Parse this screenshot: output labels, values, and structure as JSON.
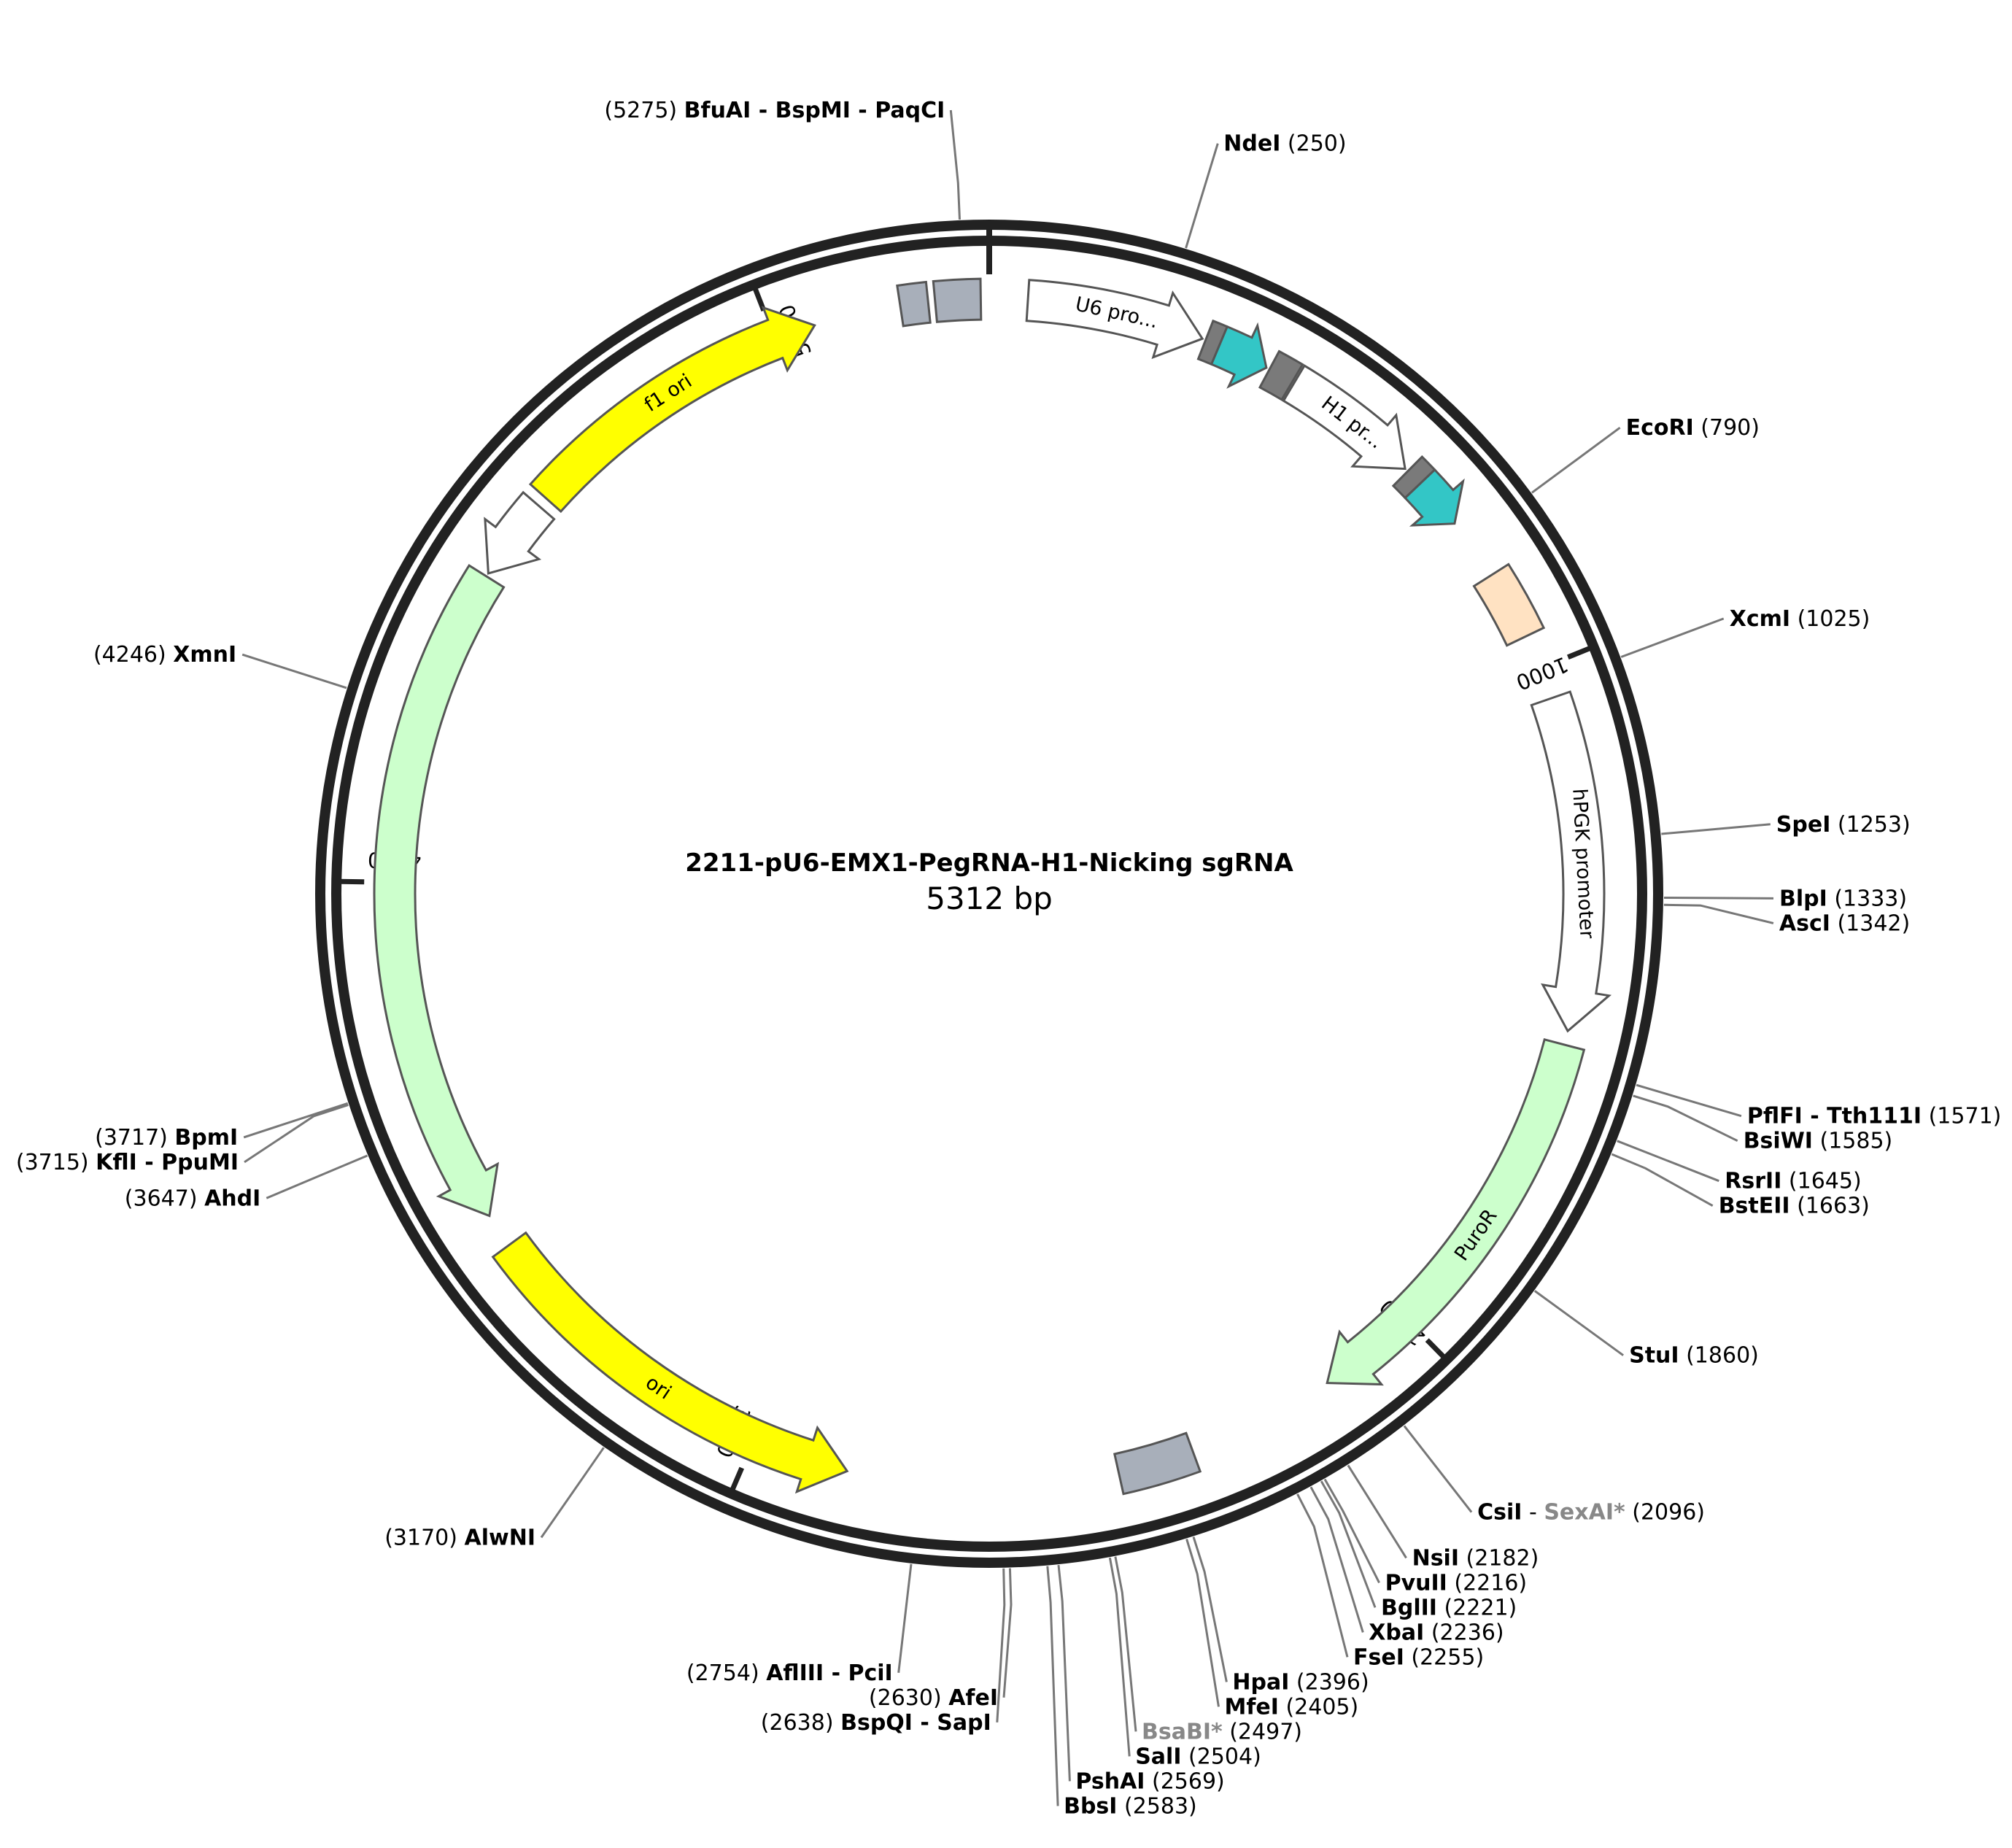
{
  "plasmid": {
    "name": "2211-pU6-EMX1-PegRNA-H1-Nicking sgRNA",
    "length_label": "5312 bp",
    "length": 5312
  },
  "ticks": [
    "1000",
    "2000",
    "3000",
    "4000",
    "5000"
  ],
  "features": [
    {
      "id": "seg-top-a",
      "label": "",
      "start": 5185,
      "end": 5225,
      "strand": 0,
      "color": "#a8afba"
    },
    {
      "id": "seg-top-b",
      "label": "",
      "start": 5235,
      "end": 5300,
      "strand": 0,
      "color": "#a8afba"
    },
    {
      "id": "u6-promoter",
      "label": "U6 pro...",
      "start": 55,
      "end": 310,
      "strand": 1,
      "color": "#ffffff"
    },
    {
      "id": "grey-box-1",
      "label": "",
      "start": 315,
      "end": 336,
      "strand": 0,
      "color": "#7a7a7a"
    },
    {
      "id": "teal-arrow-1",
      "label": "",
      "start": 336,
      "end": 410,
      "strand": 1,
      "color": "#33c6c6"
    },
    {
      "id": "grey-box-2",
      "label": "",
      "start": 415,
      "end": 452,
      "strand": 0,
      "color": "#7a7a7a"
    },
    {
      "id": "h1-promoter",
      "label": "H1 pr...",
      "start": 455,
      "end": 655,
      "strand": 1,
      "color": "#ffffff"
    },
    {
      "id": "grey-box-3",
      "label": "",
      "start": 660,
      "end": 685,
      "strand": 0,
      "color": "#7a7a7a"
    },
    {
      "id": "teal-arrow-2",
      "label": "",
      "start": 685,
      "end": 760,
      "strand": 1,
      "color": "#33c6c6"
    },
    {
      "id": "peach-box",
      "label": "",
      "start": 850,
      "end": 950,
      "strand": 0,
      "color": "#ffe2c2"
    },
    {
      "id": "hpgk-promoter",
      "label": "hPGK promoter",
      "start": 1045,
      "end": 1525,
      "strand": 1,
      "color": "#ffffff"
    },
    {
      "id": "puror",
      "label": "PuroR",
      "start": 1545,
      "end": 2145,
      "strand": 1,
      "color": "#ccffcc"
    },
    {
      "id": "grey-box-bottom",
      "label": "",
      "start": 2360,
      "end": 2470,
      "strand": 0,
      "color": "#a8afba"
    },
    {
      "id": "ori",
      "label": "ori",
      "start": 2860,
      "end": 3450,
      "strand": -1,
      "color": "#ffff00"
    },
    {
      "id": "ampr",
      "label": "",
      "start": 3500,
      "end": 4460,
      "strand": -1,
      "color": "#ccffcc"
    },
    {
      "id": "small-white-arrow",
      "label": "",
      "start": 4465,
      "end": 4585,
      "strand": -1,
      "color": "#ffffff"
    },
    {
      "id": "f1-ori",
      "label": "f1 ori",
      "start": 4600,
      "end": 5060,
      "strand": 1,
      "color": "#ffff00"
    }
  ],
  "sites": [
    {
      "name": "BfuAI - BspMI - PaqCI",
      "pos": 5275,
      "pos_label": "(5275)",
      "side": "left",
      "grey": false
    },
    {
      "name": "NdeI",
      "pos": 250,
      "pos_label": "(250)",
      "side": "right",
      "grey": false
    },
    {
      "name": "EcoRI",
      "pos": 790,
      "pos_label": "(790)",
      "side": "right",
      "grey": false
    },
    {
      "name": "XcmI",
      "pos": 1025,
      "pos_label": "(1025)",
      "side": "right",
      "grey": false
    },
    {
      "name": "SpeI",
      "pos": 1253,
      "pos_label": "(1253)",
      "side": "right",
      "grey": false
    },
    {
      "name": "BlpI",
      "pos": 1333,
      "pos_label": "(1333)",
      "side": "right",
      "grey": false
    },
    {
      "name": "AscI",
      "pos": 1342,
      "pos_label": "(1342)",
      "side": "right",
      "grey": false
    },
    {
      "name": "PflFI - Tth111I",
      "pos": 1571,
      "pos_label": "(1571)",
      "side": "right",
      "grey": false
    },
    {
      "name": "BsiWI",
      "pos": 1585,
      "pos_label": "(1585)",
      "side": "right",
      "grey": false
    },
    {
      "name": "RsrII",
      "pos": 1645,
      "pos_label": "(1645)",
      "side": "right",
      "grey": false
    },
    {
      "name": "BstEII",
      "pos": 1663,
      "pos_label": "(1663)",
      "side": "right",
      "grey": false
    },
    {
      "name": "StuI",
      "pos": 1860,
      "pos_label": "(1860)",
      "side": "right",
      "grey": false
    },
    {
      "name": "CsiI",
      "name2": "SexAI*",
      "pos": 2096,
      "pos_label": "(2096)",
      "side": "right",
      "grey": false
    },
    {
      "name": "NsiI",
      "pos": 2182,
      "pos_label": "(2182)",
      "side": "right",
      "grey": false
    },
    {
      "name": "PvuII",
      "pos": 2216,
      "pos_label": "(2216)",
      "side": "right",
      "grey": false
    },
    {
      "name": "BglII",
      "pos": 2221,
      "pos_label": "(2221)",
      "side": "right",
      "grey": false
    },
    {
      "name": "XbaI",
      "pos": 2236,
      "pos_label": "(2236)",
      "side": "right",
      "grey": false
    },
    {
      "name": "FseI",
      "pos": 2255,
      "pos_label": "(2255)",
      "side": "right",
      "grey": false
    },
    {
      "name": "HpaI",
      "pos": 2396,
      "pos_label": "(2396)",
      "side": "right",
      "grey": false
    },
    {
      "name": "MfeI",
      "pos": 2405,
      "pos_label": "(2405)",
      "side": "right",
      "grey": false
    },
    {
      "name": "BsaBI*",
      "pos": 2497,
      "pos_label": "(2497)",
      "side": "right",
      "grey": true
    },
    {
      "name": "SalI",
      "pos": 2504,
      "pos_label": "(2504)",
      "side": "right",
      "grey": false
    },
    {
      "name": "PshAI",
      "pos": 2569,
      "pos_label": "(2569)",
      "side": "right",
      "grey": false
    },
    {
      "name": "BbsI",
      "pos": 2583,
      "pos_label": "(2583)",
      "side": "right",
      "grey": false
    },
    {
      "name": "AfeI",
      "pos": 2630,
      "pos_label": "(2630)",
      "side": "left",
      "grey": false
    },
    {
      "name": "BspQI - SapI",
      "pos": 2638,
      "pos_label": "(2638)",
      "side": "left",
      "grey": false
    },
    {
      "name": "AflIII - PciI",
      "pos": 2754,
      "pos_label": "(2754)",
      "side": "left",
      "grey": false
    },
    {
      "name": "AlwNI",
      "pos": 3170,
      "pos_label": "(3170)",
      "side": "left",
      "grey": false
    },
    {
      "name": "AhdI",
      "pos": 3647,
      "pos_label": "(3647)",
      "side": "left",
      "grey": false
    },
    {
      "name": "KflI - PpuMI",
      "pos": 3715,
      "pos_label": "(3715)",
      "side": "left",
      "grey": false
    },
    {
      "name": "BpmI",
      "pos": 3717,
      "pos_label": "(3717)",
      "side": "left",
      "grey": false
    },
    {
      "name": "XmnI",
      "pos": 4246,
      "pos_label": "(4246)",
      "side": "left",
      "grey": false
    }
  ],
  "colors": {
    "backbone": "#222222",
    "leader": "#777777",
    "feature_stroke": "#555555"
  }
}
